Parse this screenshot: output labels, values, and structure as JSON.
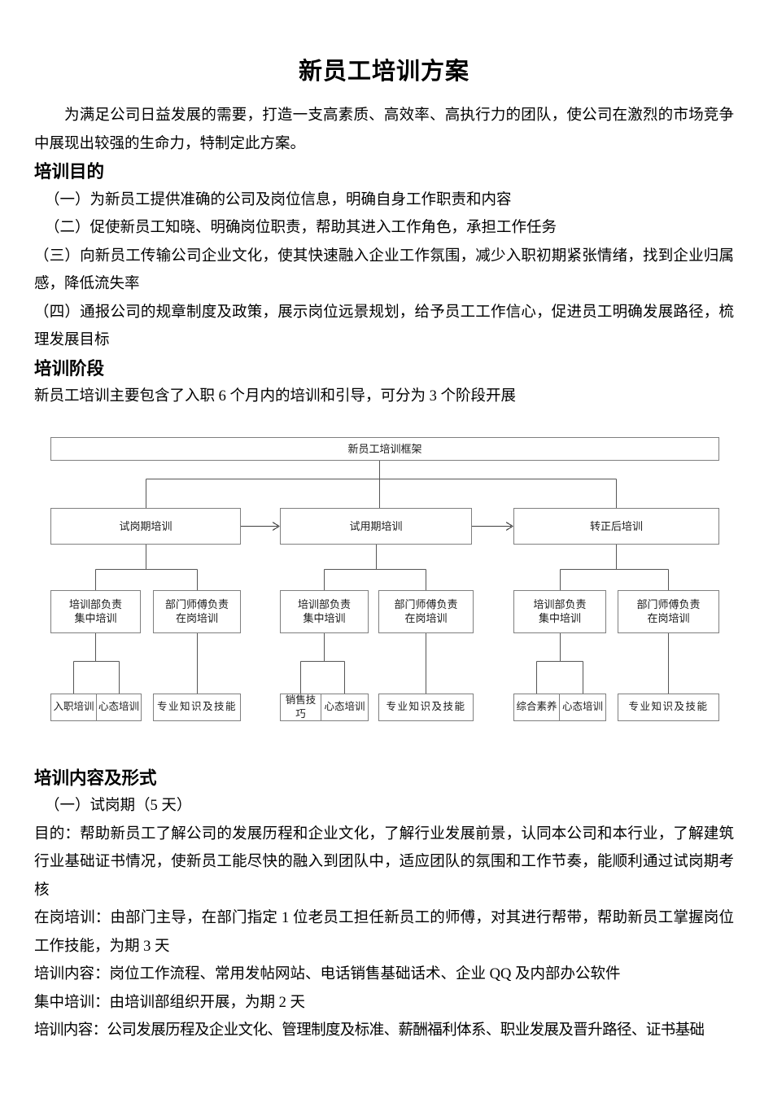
{
  "doc": {
    "title": "新员工培训方案",
    "intro": "为满足公司日益发展的需要，打造一支高素质、高效率、高执行力的团队，使公司在激烈的市场竞争中展现出较强的生命力，特制定此方案。",
    "purpose": {
      "heading": "培训目的",
      "items": [
        "（一）为新员工提供准确的公司及岗位信息，明确自身工作职责和内容",
        "（二）促使新员工知晓、明确岗位职责，帮助其进入工作角色，承担工作任务",
        "（三）向新员工传输公司企业文化，使其快速融入企业工作氛围，减少入职初期紧张情绪，找到企业归属感，降低流失率",
        "（四）通报公司的规章制度及政策，展示岗位远景规划，给予员工工作信心，促进员工明确发展路径，梳理发展目标"
      ]
    },
    "stages_section": {
      "heading": "培训阶段",
      "line": "新员工培训主要包含了入职 6 个月内的培训和引导，可分为 3 个阶段开展"
    },
    "content_section": {
      "heading": "培训内容及形式",
      "subheading": "（一）试岗期（5 天）",
      "paras": [
        "目的：帮助新员工了解公司的发展历程和企业文化，了解行业发展前景，认同本公司和本行业，了解建筑行业基础证书情况，使新员工能尽快的融入到团队中，适应团队的氛围和工作节奏，能顺利通过试岗期考核",
        "在岗培训：由部门主导，在部门指定 1 位老员工担任新员工的师傅，对其进行帮带，帮助新员工掌握岗位工作技能，为期 3 天",
        "培训内容：岗位工作流程、常用发帖网站、电话销售基础话术、企业 QQ 及内部办公软件",
        "集中培训：由培训部组织开展，为期 2 天",
        "培训内容：公司发展历程及企业文化、管理制度及标准、薪酬福利体系、职业发展及晋升路径、证书基础"
      ]
    },
    "diagram": {
      "root": "新员工培训框架",
      "stages": [
        {
          "label": "试岗期培训",
          "central": [
            "培训部负责",
            "集中培训"
          ],
          "onjob": [
            "部门师傅负责",
            "在岗培训"
          ],
          "central_leaves": [
            "入职培训",
            "心态培训"
          ],
          "onjob_leaf": "专业知识及技能"
        },
        {
          "label": "试用期培训",
          "central": [
            "培训部负责",
            "集中培训"
          ],
          "onjob": [
            "部门师傅负责",
            "在岗培训"
          ],
          "central_leaves": [
            "销售技巧",
            "心态培训"
          ],
          "onjob_leaf": "专业知识及技能"
        },
        {
          "label": "转正后培训",
          "central": [
            "培训部负责",
            "集中培训"
          ],
          "onjob": [
            "部门师傅负责",
            "在岗培训"
          ],
          "central_leaves": [
            "综合素养",
            "心态培训"
          ],
          "onjob_leaf": "专业知识及技能"
        }
      ]
    },
    "colors": {
      "box_border": "#7f7f7f",
      "wire": "#555555",
      "text": "#000000"
    }
  }
}
